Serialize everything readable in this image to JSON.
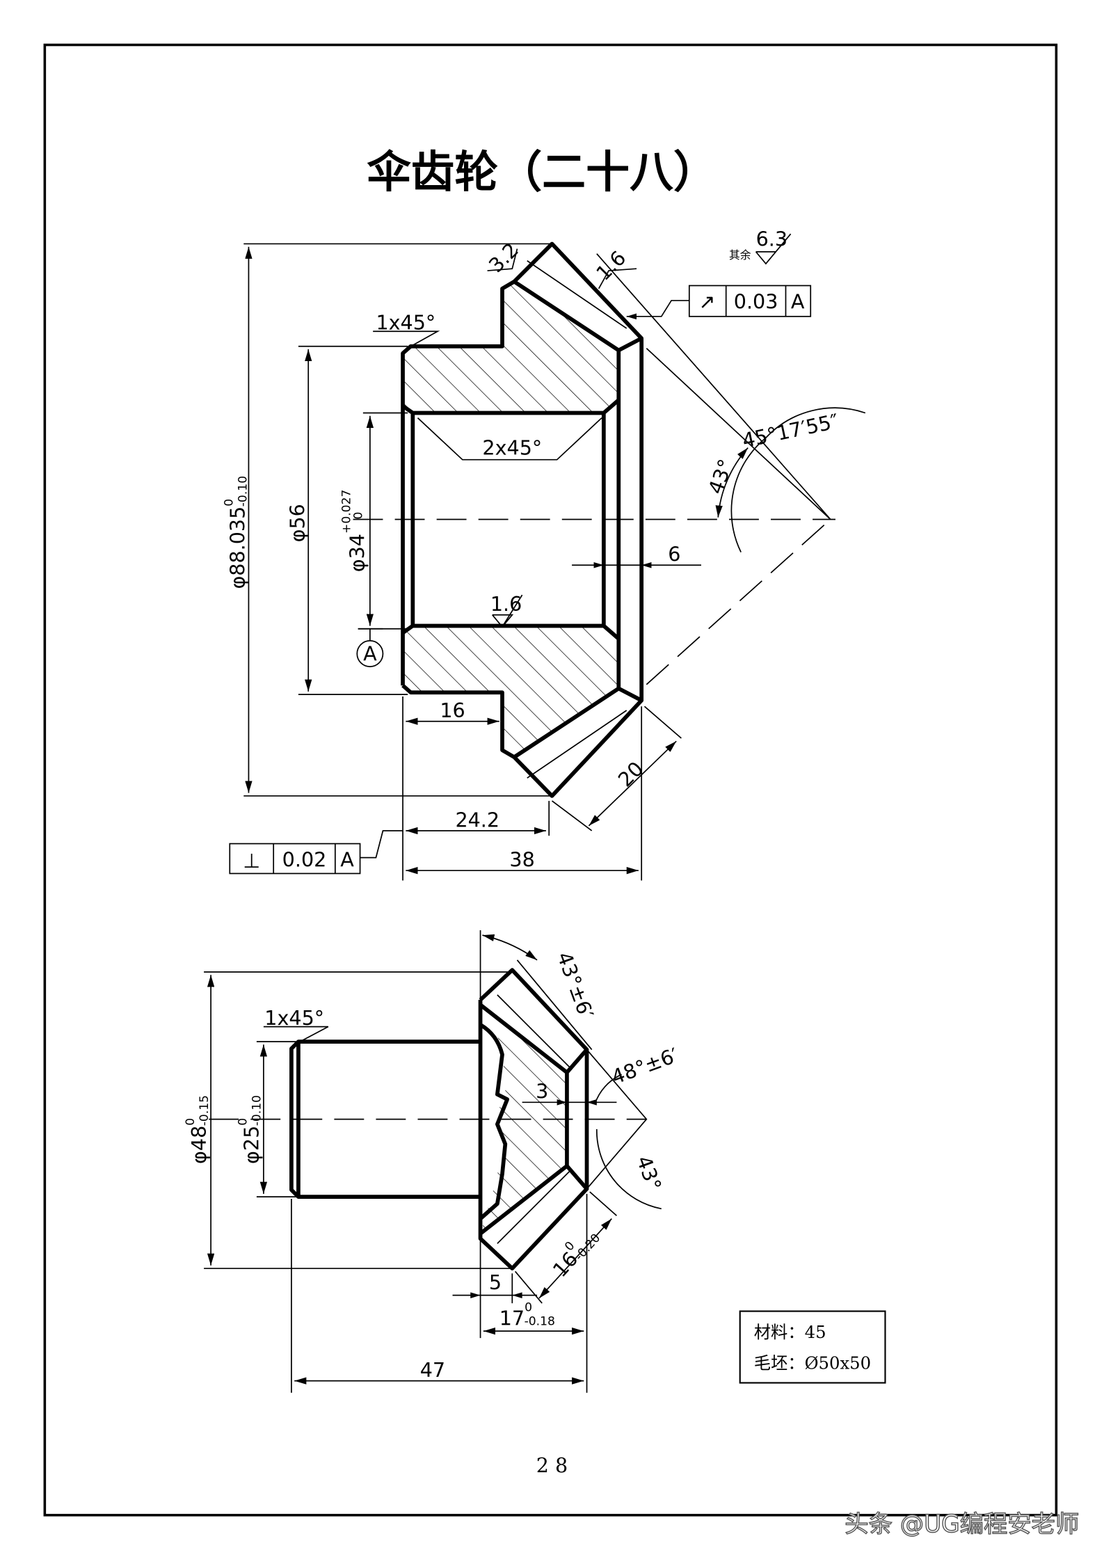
{
  "title": "伞齿轮（二十八）",
  "page_number": "2 8",
  "watermark": "头条 @UG编程安老师",
  "top_view": {
    "dia_outer": {
      "main": "φ88.035",
      "upper": "0",
      "lower": "-0.10"
    },
    "dia_56": "φ56",
    "dia_bore": {
      "main": "φ34",
      "upper": "+0.027",
      "lower": "0"
    },
    "chamfer_outer": "1x45°",
    "chamfer_bore": "2x45°",
    "angle_43": "43°",
    "angle_cone": "45°17′55″",
    "dim_6": "6",
    "dim_16": "16",
    "dim_20": "20",
    "dim_24_2": "24.2",
    "dim_38": "38",
    "datum": "A",
    "roughness_rest": {
      "prefix": "其余",
      "value": "6.3"
    },
    "roughness_32": "3.2",
    "roughness_16_tooth": "1.6",
    "roughness_16_bore": "1.6",
    "runout_frame": {
      "symbol": "↗",
      "value": "0.03",
      "datum": "A"
    },
    "perp_frame": {
      "symbol": "⊥",
      "value": "0.02",
      "datum": "A"
    }
  },
  "bottom_view": {
    "dia_48": {
      "main": "φ48",
      "upper": "0",
      "lower": "-0.15"
    },
    "dia_25": {
      "main": "φ25",
      "upper": "0",
      "lower": "-0.10"
    },
    "chamfer": "1x45°",
    "angle_43_top": "43°±6′",
    "angle_48": "48°±6′",
    "angle_43_bottom": "43°",
    "dim_3": "3",
    "dim_5": "5",
    "dim_16": {
      "main": "16",
      "upper": "0",
      "lower": "-0.20"
    },
    "dim_17": {
      "main": "17",
      "upper": "0",
      "lower": "-0.18"
    },
    "dim_47": "47"
  },
  "material_box": {
    "material": "材料：45",
    "blank": "毛坯：Ø50x50"
  }
}
